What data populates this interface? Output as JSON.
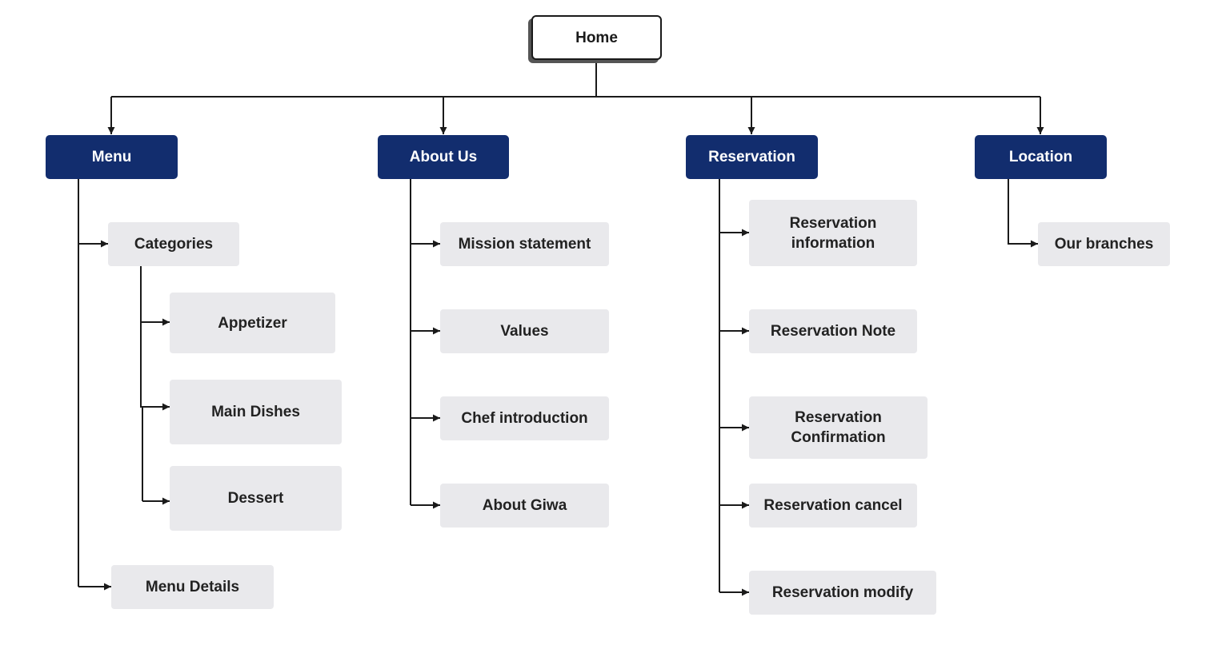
{
  "sitemap": {
    "root": "Home",
    "sections": {
      "menu": "Menu",
      "about": "About Us",
      "reservation": "Reservation",
      "location": "Location"
    },
    "menu": {
      "categories": "Categories",
      "appetizer": "Appetizer",
      "main_dishes": "Main Dishes",
      "dessert": "Dessert",
      "menu_details": "Menu Details"
    },
    "about": {
      "mission": "Mission statement",
      "values": "Values",
      "chef": "Chef introduction",
      "giwa": "About Giwa"
    },
    "reservation": {
      "information": "Reservation\ninformation",
      "note": "Reservation Note",
      "confirmation": "Reservation\nConfirmation",
      "cancel": "Reservation cancel",
      "modify": "Reservation modify"
    },
    "location": {
      "branches": "Our branches"
    }
  },
  "colors": {
    "primary_fill": "#122d6e",
    "leaf_fill": "#e9e9ec",
    "connector": "#1a1a1a"
  }
}
